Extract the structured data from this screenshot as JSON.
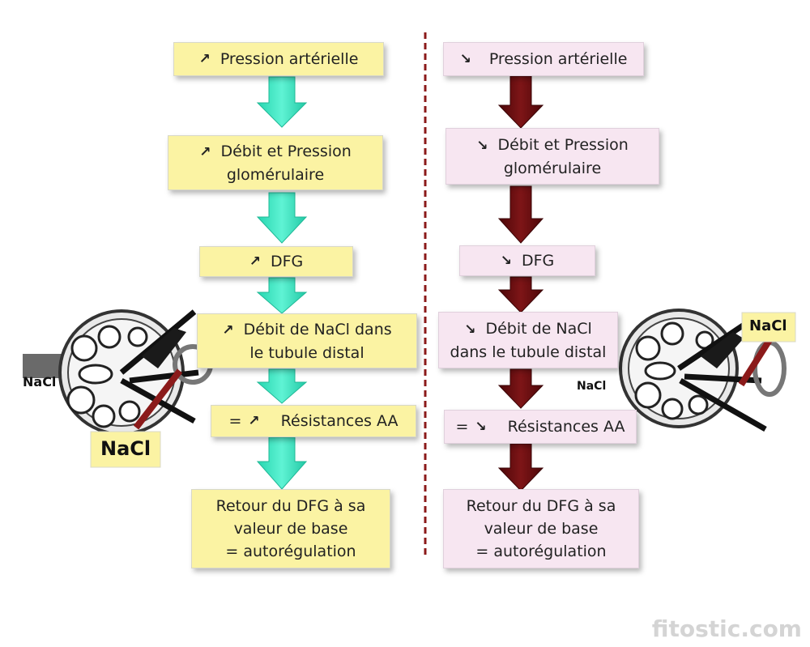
{
  "left": {
    "b1": {
      "sym": "↗",
      "text": "Pression artérielle"
    },
    "b2": {
      "sym": "↗",
      "line1": "Débit et Pression",
      "line2": "glomérulaire"
    },
    "b3": {
      "sym": "↗",
      "text": "DFG"
    },
    "b4": {
      "sym": "↗",
      "line1": "Débit de NaCl dans",
      "line2": "le tubule distal"
    },
    "b5": {
      "prefix": "=",
      "sym": "↗",
      "text": "Résistances AA"
    },
    "b6": {
      "line1": "Retour du DFG à sa",
      "line2": "valeur de base",
      "line3": "= autorégulation"
    }
  },
  "right": {
    "b1": {
      "sym": "↘",
      "text": "Pression artérielle"
    },
    "b2": {
      "sym": "↘",
      "line1": "Débit et Pression",
      "line2": "glomérulaire"
    },
    "b3": {
      "sym": "↘",
      "text": "DFG"
    },
    "b4": {
      "sym": "↘",
      "line1": "Débit de NaCl",
      "line2": "dans le tubule distal"
    },
    "b5": {
      "prefix": "=",
      "sym": "↘",
      "text": "Résistances AA"
    },
    "b6": {
      "line1": "Retour du DFG à sa",
      "line2": "valeur de base",
      "line3": "= autorégulation"
    }
  },
  "labels": {
    "left_nacl_small": "NaCl",
    "left_nacl_big": "NaCl",
    "right_nacl_small": "NaCl",
    "right_nacl_box": "NaCl"
  },
  "watermark": "fitostic.com",
  "colors": {
    "left_arrow": "#3de8c0",
    "right_arrow": "#6a0f12",
    "divider": "#8b1a1a",
    "yellow_box": "#fbf3a3",
    "pink_box": "#f7e6f1"
  }
}
